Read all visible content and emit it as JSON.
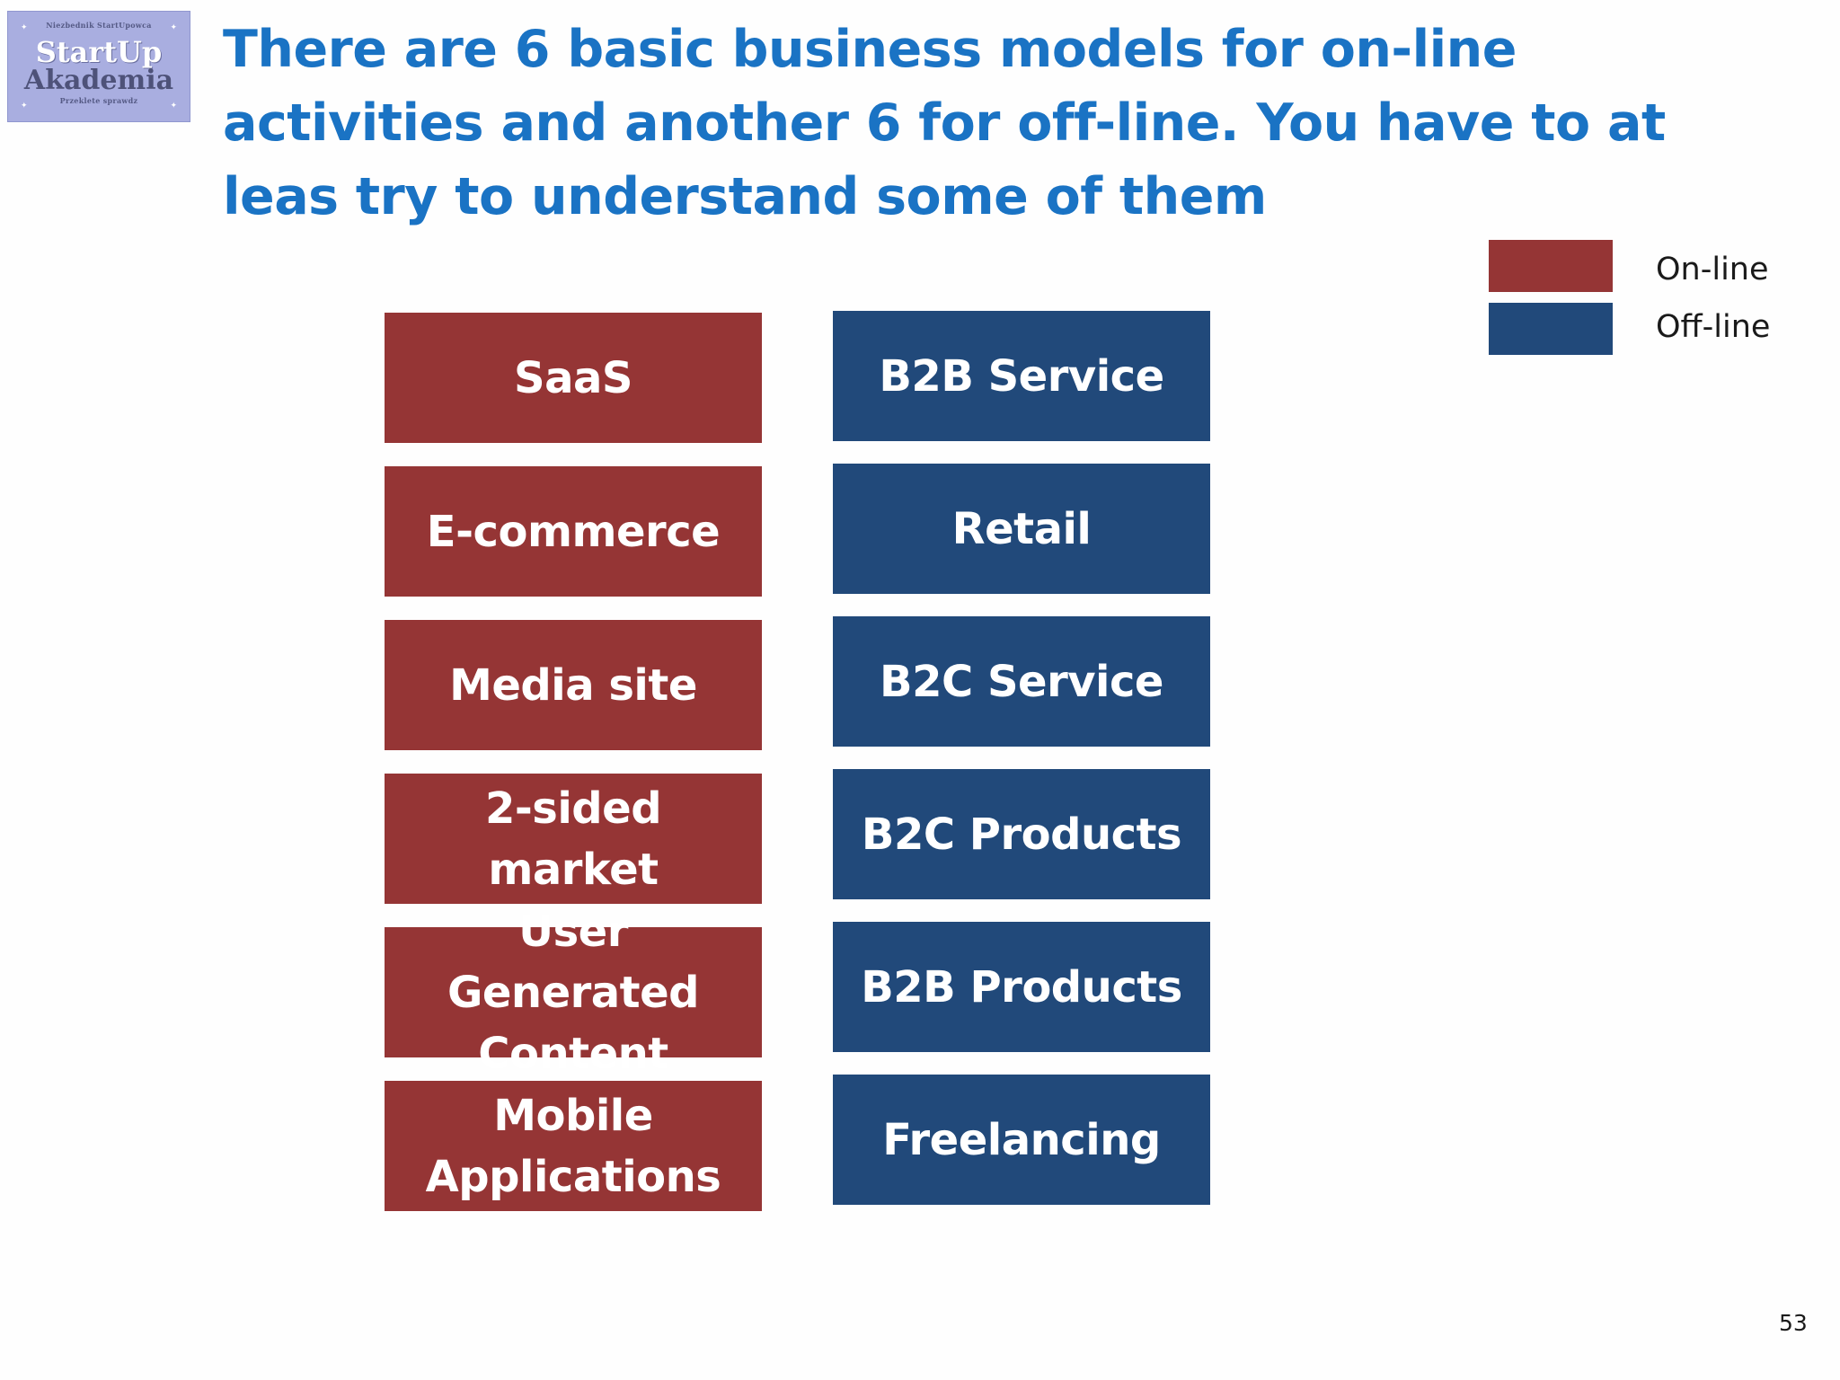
{
  "logo": {
    "top_text": "Niezbednik StartUpowca",
    "line1": "StartUp",
    "line2": "Akademia",
    "bottom_text": "Przeklete sprawdz"
  },
  "slide": {
    "title": "There are 6 basic business models for on-line activities  and another 6 for off-line.  You have to at leas try to understand some of them",
    "page_number": "53"
  },
  "legend": {
    "online_label": "On-line",
    "offline_label": "Off-line",
    "online_color": "#953535",
    "offline_color": "#21497a"
  },
  "online_models": [
    "SaaS",
    "E-commerce",
    "Media site",
    "2-sided market",
    "User Generated Content",
    "Mobile Applications"
  ],
  "offline_models": [
    "B2B Service",
    "Retail",
    "B2C Service",
    "B2C Products",
    "B2B Products",
    "Freelancing"
  ]
}
